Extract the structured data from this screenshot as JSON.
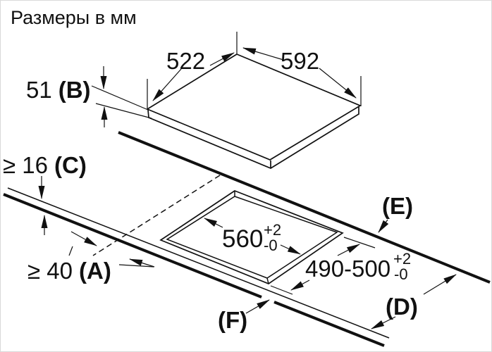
{
  "title": "Размеры в мм",
  "hob": {
    "depth": "522",
    "width": "592",
    "height": "51",
    "height_label": "(B)"
  },
  "worktop": {
    "thickness": "≥ 16",
    "thickness_label": "(C)",
    "back_edge_label": "(E)",
    "front_edge_label": "(F)",
    "depth_label": "(D)"
  },
  "cutout": {
    "width": "560",
    "width_tol_plus": "+2",
    "width_tol_minus": "-0",
    "depth": "490-500",
    "depth_tol_plus": "+2",
    "depth_tol_minus": "-0",
    "side_clearance": "≥ 40",
    "side_clearance_label": "(A)"
  }
}
